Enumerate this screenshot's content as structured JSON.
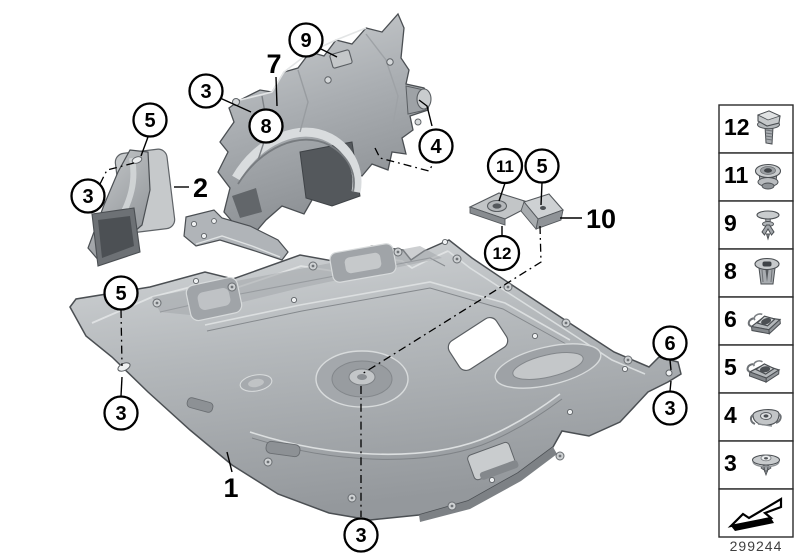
{
  "figure": {
    "type": "vehicle-underbody-shielding-parts-diagram",
    "drawing_number": "299244",
    "callouts": [
      {
        "label": "9",
        "style": "circle"
      },
      {
        "label": "7",
        "style": "plain"
      },
      {
        "label": "3",
        "style": "circle"
      },
      {
        "label": "8",
        "style": "circle"
      },
      {
        "label": "4",
        "style": "circle"
      },
      {
        "label": "5",
        "style": "circle"
      },
      {
        "label": "3",
        "style": "circle"
      },
      {
        "label": "2",
        "style": "plain"
      },
      {
        "label": "11",
        "style": "circle"
      },
      {
        "label": "5",
        "style": "circle"
      },
      {
        "label": "10",
        "style": "plain"
      },
      {
        "label": "12",
        "style": "circle"
      },
      {
        "label": "5",
        "style": "circle"
      },
      {
        "label": "3",
        "style": "circle"
      },
      {
        "label": "6",
        "style": "circle"
      },
      {
        "label": "3",
        "style": "circle"
      },
      {
        "label": "1",
        "style": "plain"
      },
      {
        "label": "3",
        "style": "circle"
      }
    ],
    "legend": {
      "items": [
        {
          "number": "12",
          "icon": "hex-bolt-icon"
        },
        {
          "number": "11",
          "icon": "grommet-icon"
        },
        {
          "number": "9",
          "icon": "expansion-rivet-icon"
        },
        {
          "number": "8",
          "icon": "expanding-nut-icon"
        },
        {
          "number": "6",
          "icon": "cage-nut-icon"
        },
        {
          "number": "5",
          "icon": "cage-nut-icon"
        },
        {
          "number": "4",
          "icon": "clip-nut-icon"
        },
        {
          "number": "3",
          "icon": "push-rivet-icon"
        }
      ],
      "footer_icon": "page-reference-arrow-icon"
    },
    "colors": {
      "background": "#ffffff",
      "part_fill": "#b6babd",
      "part_highlight": "#dcdfe1",
      "part_shadow": "#8d9195",
      "outline": "#4b4f53",
      "callout_stroke": "#000000",
      "legend_border": "#2b2b2b",
      "drawing_number_color": "#3f3f3f"
    }
  }
}
